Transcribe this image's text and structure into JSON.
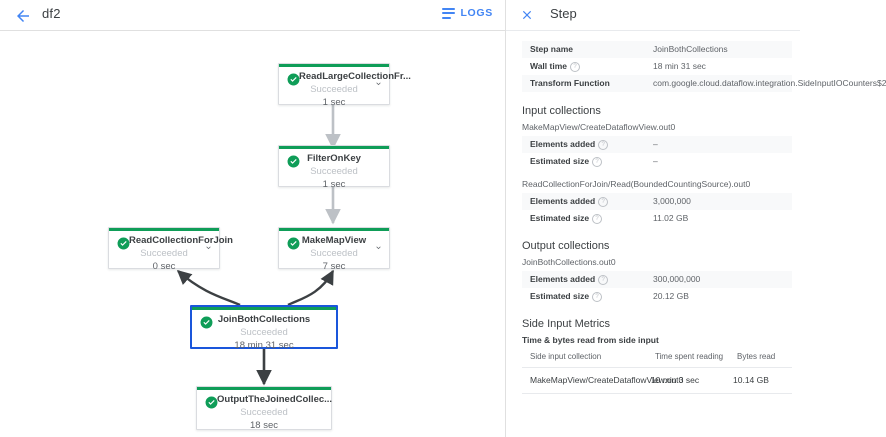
{
  "header": {
    "back_icon": "arrow-back-icon",
    "job_name": "df2",
    "logs_label": "LOGS",
    "logs_icon": "logs-list-icon"
  },
  "graph": {
    "nodes": [
      {
        "id": "read-large-collection",
        "name": "ReadLargeCollectionFr...",
        "status": "Succeeded",
        "time": "1 sec",
        "has_chevron": true,
        "selected": false,
        "status_icon": "check-circle-icon",
        "chevron_icon": "chevron-down-icon"
      },
      {
        "id": "filter-on-key",
        "name": "FilterOnKey",
        "status": "Succeeded",
        "time": "1 sec",
        "has_chevron": false,
        "selected": false,
        "status_icon": "check-circle-icon"
      },
      {
        "id": "read-collection-for-join",
        "name": "ReadCollectionForJoin",
        "status": "Succeeded",
        "time": "0 sec",
        "has_chevron": true,
        "selected": false,
        "status_icon": "check-circle-icon",
        "chevron_icon": "chevron-down-icon"
      },
      {
        "id": "make-map-view",
        "name": "MakeMapView",
        "status": "Succeeded",
        "time": "7 sec",
        "has_chevron": true,
        "selected": false,
        "status_icon": "check-circle-icon",
        "chevron_icon": "chevron-down-icon"
      },
      {
        "id": "join-both-collections",
        "name": "JoinBothCollections",
        "status": "Succeeded",
        "time": "18 min 31 sec",
        "has_chevron": false,
        "selected": true,
        "status_icon": "check-circle-icon"
      },
      {
        "id": "output-the-joined",
        "name": "OutputTheJoinedCollec...",
        "status": "Succeeded",
        "time": "18 sec",
        "has_chevron": false,
        "selected": false,
        "status_icon": "check-circle-icon"
      }
    ],
    "colors": {
      "success_stripe": "#0f9d58",
      "selected_border": "#1a56db",
      "edge_light": "#bdc1c6",
      "edge_dark": "#3c4043"
    }
  },
  "panel": {
    "close_icon": "close-icon",
    "title": "Step",
    "summary": [
      {
        "label": "Step name",
        "value": "JoinBothCollections",
        "help": false
      },
      {
        "label": "Wall time",
        "value": "18 min 31 sec",
        "help": true
      },
      {
        "label": "Transform Function",
        "value": "com.google.cloud.dataflow.integration.SideInputIOCounters$2",
        "help": false
      }
    ],
    "input_collections": {
      "title": "Input collections",
      "items": [
        {
          "name": "MakeMapView/CreateDataflowView.out0",
          "rows": [
            {
              "label": "Elements added",
              "value": "–",
              "help": true
            },
            {
              "label": "Estimated size",
              "value": "–",
              "help": true
            }
          ]
        },
        {
          "name": "ReadCollectionForJoin/Read(BoundedCountingSource).out0",
          "rows": [
            {
              "label": "Elements added",
              "value": "3,000,000",
              "help": true
            },
            {
              "label": "Estimated size",
              "value": "11.02 GB",
              "help": true
            }
          ]
        }
      ]
    },
    "output_collections": {
      "title": "Output collections",
      "items": [
        {
          "name": "JoinBothCollections.out0",
          "rows": [
            {
              "label": "Elements added",
              "value": "300,000,000",
              "help": true
            },
            {
              "label": "Estimated size",
              "value": "20.12 GB",
              "help": true
            }
          ]
        }
      ]
    },
    "side_input_metrics": {
      "title": "Side Input Metrics",
      "subtitle": "Time & bytes read from side input",
      "columns": [
        "Side input collection",
        "Time spent reading",
        "Bytes read"
      ],
      "rows": [
        {
          "collection": "MakeMapView/CreateDataflowView.out0",
          "time_spent": "10 min 3 sec",
          "bytes_read": "10.14 GB"
        }
      ]
    }
  }
}
